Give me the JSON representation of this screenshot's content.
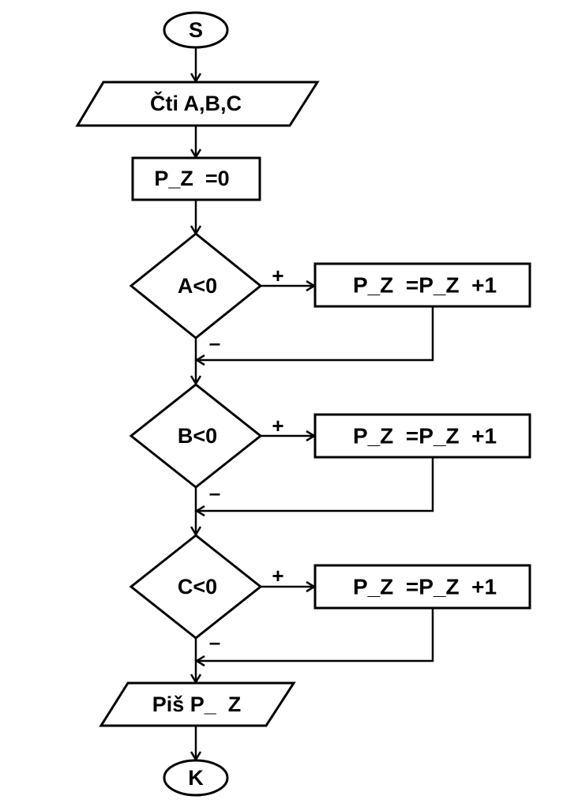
{
  "start": {
    "label": "S"
  },
  "input": {
    "label": "Čti A,B,C"
  },
  "init": {
    "label": "P_Z  =0"
  },
  "decisions": [
    {
      "condition": "A<0",
      "yes_label": "+",
      "no_label": "–",
      "action": "P_Z  =P_Z  +1"
    },
    {
      "condition": "B<0",
      "yes_label": "+",
      "no_label": "–",
      "action": "P_Z  =P_Z  +1"
    },
    {
      "condition": "C<0",
      "yes_label": "+",
      "no_label": "–",
      "action": "P_Z  =P_Z  +1"
    }
  ],
  "output": {
    "label": "Piš P_  Z"
  },
  "end": {
    "label": "K"
  }
}
